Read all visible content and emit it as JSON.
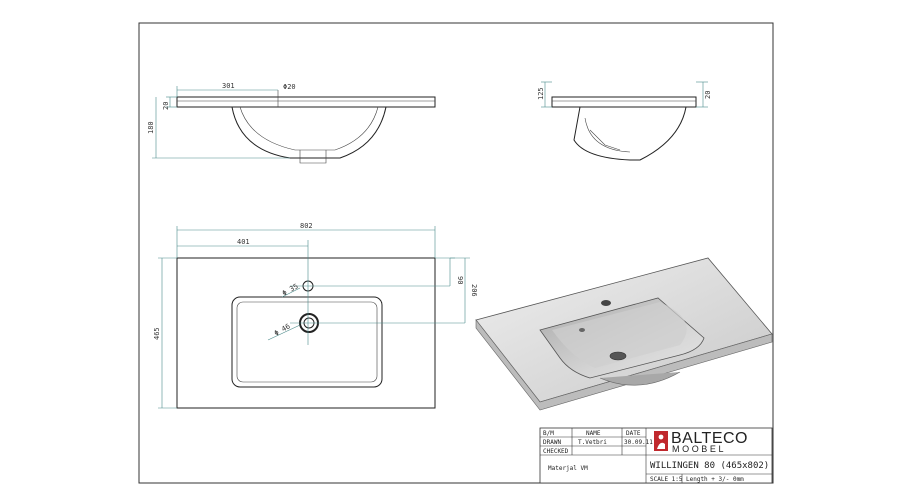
{
  "views": {
    "front": {
      "dims": {
        "width_half": "301",
        "hole_dia": "Φ20",
        "rim_height": "20",
        "total_height": "180"
      }
    },
    "side": {
      "dims": {
        "left_height": "125",
        "right_height": "20"
      }
    },
    "top": {
      "dims": {
        "width": "802",
        "center": "401",
        "faucet_hole": "Φ 35",
        "drain_hole": "Φ 46",
        "hole_offset": "90",
        "bowl_depth": "206",
        "depth": "465"
      }
    }
  },
  "title_block": {
    "col_role": "B/M",
    "col_name": "NAME",
    "col_date": "DATE",
    "row_drawn_label": "DRAWN",
    "row_drawn_name": "T.Vetbri",
    "row_drawn_date": "30.09.11",
    "row_checked_label": "CHECKED",
    "material": "Materjal VM",
    "product": "WILLINGEN 80 (465x802)",
    "scale": "SCALE 1:5",
    "tolerance": "Length + 3/- 0mm",
    "brand_name": "BALTECO",
    "brand_sub": "MOOBEL"
  },
  "colors": {
    "dimension": "#4a8a8a",
    "outline": "#222222",
    "brand_red": "#c0282d"
  }
}
